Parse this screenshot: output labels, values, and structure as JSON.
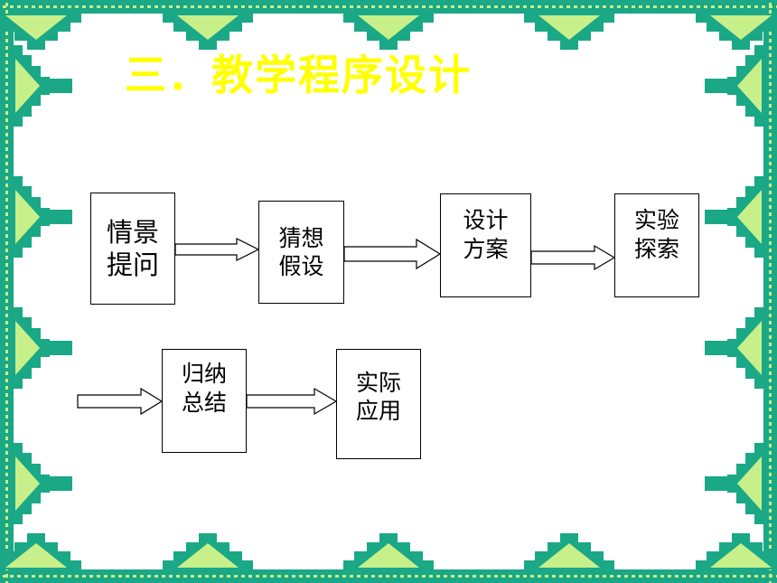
{
  "slide": {
    "title": "三．教学程序设计",
    "flow": [
      "情景\n提问",
      "猜想\n假设",
      "设计\n方案",
      "实验\n探索",
      "归纳\n总结",
      "实际\n应用"
    ]
  },
  "colors": {
    "border_teal": "#1aa886",
    "border_light": "#c8f08a",
    "title": "#ffff00"
  },
  "icons": [
    "flow-arrow-icon"
  ]
}
